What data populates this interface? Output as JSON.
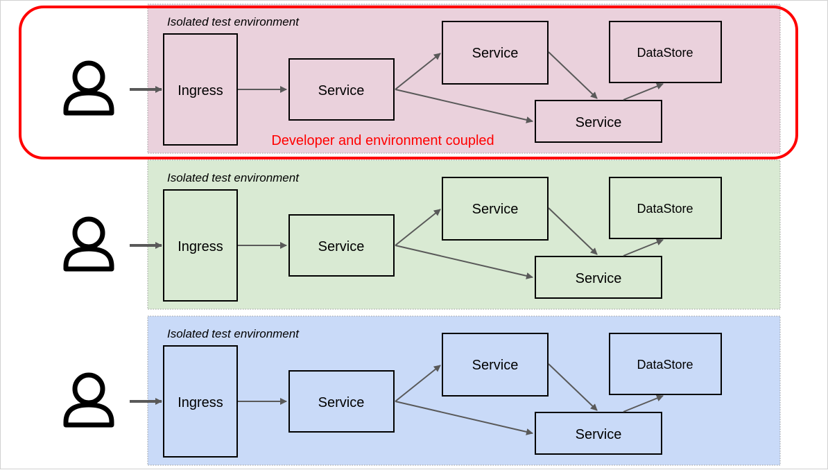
{
  "colors": {
    "env_fills": [
      "#ead1dc",
      "#d9ead3",
      "#c9daf8"
    ],
    "env_border": "#999999",
    "node_stroke": "#000000",
    "arrow": "#595959",
    "callout": "#ff0000"
  },
  "environments": [
    {
      "title": "Isolated test environment",
      "ingress": "Ingress",
      "service_main": "Service",
      "service_upper": "Service",
      "service_lower": "Service",
      "datastore": "DataStore",
      "user_icon": "person-icon"
    },
    {
      "title": "Isolated test environment",
      "ingress": "Ingress",
      "service_main": "Service",
      "service_upper": "Service",
      "service_lower": "Service",
      "datastore": "DataStore",
      "user_icon": "person-icon"
    },
    {
      "title": "Isolated test environment",
      "ingress": "Ingress",
      "service_main": "Service",
      "service_upper": "Service",
      "service_lower": "Service",
      "datastore": "DataStore",
      "user_icon": "person-icon"
    }
  ],
  "callout": {
    "text": "Developer and environment coupled"
  }
}
